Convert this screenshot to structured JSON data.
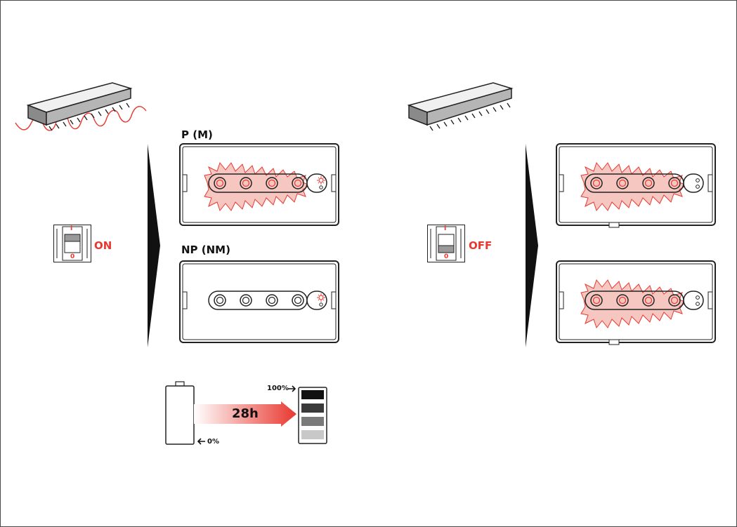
{
  "panels": {
    "on": {
      "state_label": "ON",
      "switch_top": "I",
      "switch_bottom": "0"
    },
    "off": {
      "state_label": "OFF",
      "switch_top": "I",
      "switch_bottom": "0"
    }
  },
  "devices": {
    "top_label": "P (M)",
    "bottom_label": "NP (NM)"
  },
  "charge": {
    "duration": "28h",
    "full_label": "100%",
    "empty_label": "0%",
    "level_colors": [
      "#111111",
      "#3a3a3a",
      "#7a7a7a",
      "#c8c8c8"
    ]
  },
  "colors": {
    "accent": "#e8382f",
    "glow": "#f6c6c0",
    "outline": "#222222"
  }
}
